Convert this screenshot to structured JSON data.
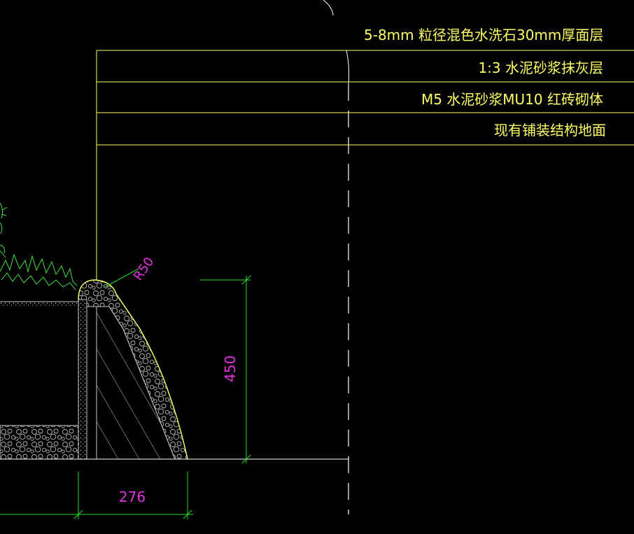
{
  "layer_labels": [
    "5-8mm 粒径混色水洗石30mm厚面层",
    "1:3 水泥砂浆抹灰层",
    "M5 水泥砂浆MU10 红砖砌体",
    "现有铺装结构地面"
  ],
  "dimensions": {
    "radius": "R50",
    "height": "450",
    "width": "276"
  },
  "colors": {
    "background": "#000000",
    "outline": "#ffff66",
    "label": "#ffff66",
    "dimension_line": "#22dd22",
    "dimension_text": "#dd33dd",
    "fill_pattern": "#c8c8c8",
    "plant": "#44dd44",
    "white_line": "#ffffff"
  }
}
